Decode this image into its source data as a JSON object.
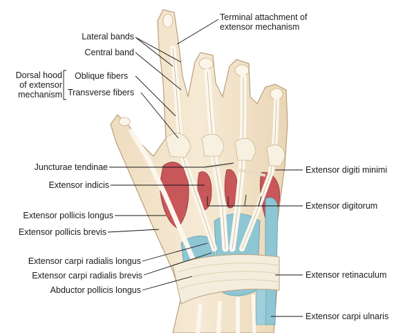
{
  "labels": {
    "terminal_attachment": "Terminal attachment of\nextensor mechanism",
    "lateral_bands": "Lateral bands",
    "central_band": "Central band",
    "dorsal_hood": "Dorsal hood\nof extensor\nmechanism",
    "oblique_fibers": "Oblique fibers",
    "transverse_fibers": "Transverse fibers",
    "juncturae_tendinae": "Juncturae tendinae",
    "extensor_indicis": "Extensor indicis",
    "extensor_pollicis_longus": "Extensor pollicis longus",
    "extensor_pollicis_brevis": "Extensor pollicis brevis",
    "extensor_carpi_radialis_longus": "Extensor carpi radialis longus",
    "extensor_carpi_radialis_brevis": "Extensor carpi radialis brevis",
    "abductor_pollicis_longus": "Abductor pollicis longus",
    "extensor_digiti_minimi": "Extensor digiti minimi",
    "extensor_digitorum": "Extensor digitorum",
    "extensor_retinaculum": "Extensor retinaculum",
    "extensor_carpi_ulnaris": "Extensor carpi ulnaris"
  },
  "colors": {
    "skin": "#f3e6cf",
    "tendon": "#f7f1e3",
    "muscle": "#c8575a",
    "sheath": "#8fc6d4",
    "leader": "#111111"
  }
}
